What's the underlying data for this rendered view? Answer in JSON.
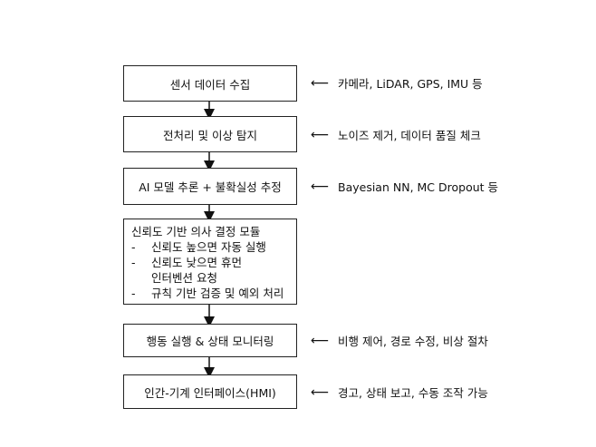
{
  "steps": [
    {
      "label": "센서 데이터 수집",
      "note": "카메라, LiDAR, GPS, IMU 등"
    },
    {
      "label": "전처리 및 이상 탐지",
      "note": "노이즈 제거, 데이터 품질 체크"
    },
    {
      "label": "AI 모델 추론 + 불확실성 추정",
      "note": "Bayesian NN, MC Dropout 등"
    },
    {
      "label": "신뢰도 기반 의사 결정 모듈",
      "items": [
        "신뢰도 높으면 자동 실행",
        "신뢰도 낮으면 휴먼 인터벤션 요청",
        "규칙 기반 검증 및 예외 처리"
      ],
      "bullet": "-"
    },
    {
      "label": "행동 실행 & 상태 모니터링",
      "note": "비행 제어, 경로 수정, 비상 절차"
    },
    {
      "label": "인간-기계 인터페이스(HMI)",
      "note": "경고, 상태 보고, 수동 조작 가능"
    }
  ],
  "arrow_glyph": "⟵"
}
